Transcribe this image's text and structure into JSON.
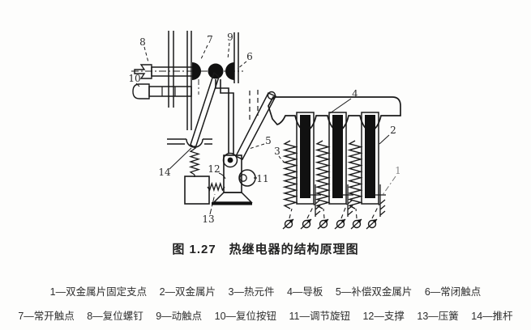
{
  "figure": {
    "caption": "图 1.27　热继电器的结构原理图",
    "part_labels": [
      "1",
      "2",
      "3",
      "4",
      "5",
      "6",
      "7",
      "8",
      "9",
      "10",
      "11",
      "12",
      "13",
      "14"
    ]
  },
  "legend": {
    "line1_items": [
      "1—双金属片固定支点",
      "2—双金属片",
      "3—热元件",
      "4—导板",
      "5—补偿双金属片",
      "6—常闭触点"
    ],
    "line2_items": [
      "7—常开触点",
      "8—复位螺钉",
      "9—动触点",
      "10—复位按钮",
      "11—调节旋钮",
      "12—支撑",
      "13—压簧",
      "14—推杆"
    ]
  },
  "colors": {
    "ink": "#1a1a1a",
    "text": "#2e2e2e",
    "paper": "#fdfdfc"
  }
}
